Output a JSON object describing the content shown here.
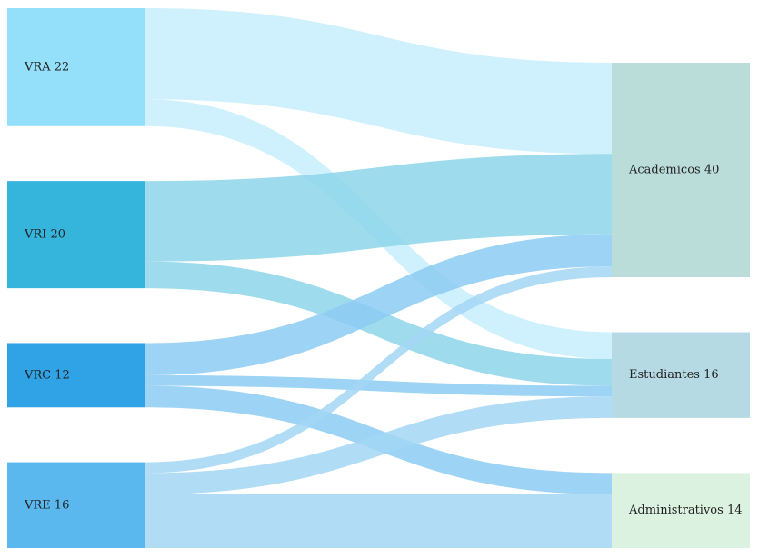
{
  "chart_data": {
    "type": "sankey",
    "title": "",
    "sources": [
      {
        "id": "VRA",
        "name": "VRA",
        "value": 22,
        "color": "#94e0fb"
      },
      {
        "id": "VRI",
        "name": "VRI",
        "value": 20,
        "color": "#35b4dc"
      },
      {
        "id": "VRC",
        "name": "VRC",
        "value": 12,
        "color": "#30a3e6"
      },
      {
        "id": "VRE",
        "name": "VRE",
        "value": 16,
        "color": "#5ab8ee"
      }
    ],
    "targets": [
      {
        "id": "Academicos",
        "name": "Academicos",
        "value": 40,
        "color": "#bbddda"
      },
      {
        "id": "Estudiantes",
        "name": "Estudiantes",
        "value": 16,
        "color": "#b6dae4"
      },
      {
        "id": "Administrativos",
        "name": "Administrativos",
        "value": 14,
        "color": "#dcf2e0"
      }
    ],
    "links": [
      {
        "source": "VRA",
        "target": "Academicos",
        "value": 17,
        "color": "#c5eefd"
      },
      {
        "source": "VRA",
        "target": "Estudiantes",
        "value": 5,
        "color": "#c5eefd"
      },
      {
        "source": "VRI",
        "target": "Academicos",
        "value": 15,
        "color": "#8dd5ea"
      },
      {
        "source": "VRI",
        "target": "Estudiantes",
        "value": 5,
        "color": "#8dd5ea"
      },
      {
        "source": "VRC",
        "target": "Academicos",
        "value": 6,
        "color": "#8ccbf2"
      },
      {
        "source": "VRC",
        "target": "Estudiantes",
        "value": 2,
        "color": "#8ccbf2"
      },
      {
        "source": "VRC",
        "target": "Administrativos",
        "value": 4,
        "color": "#8ccbf2"
      },
      {
        "source": "VRE",
        "target": "Academicos",
        "value": 2,
        "color": "#a3d6f5"
      },
      {
        "source": "VRE",
        "target": "Estudiantes",
        "value": 4,
        "color": "#a3d6f5"
      },
      {
        "source": "VRE",
        "target": "Administrativos",
        "value": 10,
        "color": "#a3d6f5"
      }
    ]
  }
}
